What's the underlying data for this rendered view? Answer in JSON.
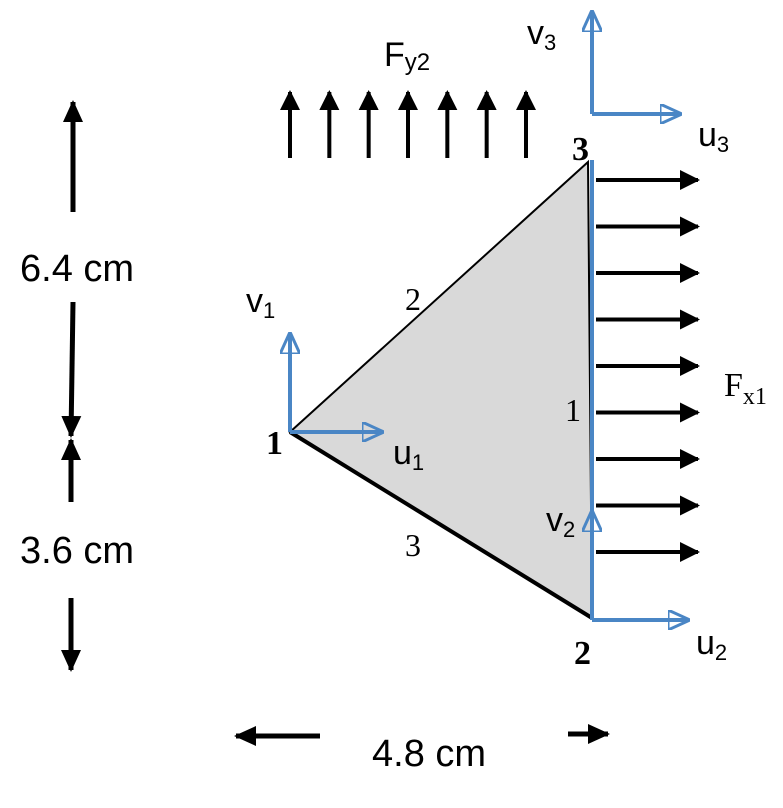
{
  "colors": {
    "element_fill": "#d9d9d9",
    "element_edge": "#000000",
    "dof_arrow": "#4a86c5",
    "load_arrow": "#000000",
    "text": "#000000"
  },
  "nodes": {
    "n1": "1",
    "n2": "2",
    "n3": "3"
  },
  "edges": {
    "e1": "1",
    "e2": "2",
    "e3": "3"
  },
  "dof": {
    "u1": {
      "base": "u",
      "sub": "1"
    },
    "v1": {
      "base": "v",
      "sub": "1"
    },
    "u2": {
      "base": "u",
      "sub": "2"
    },
    "v2": {
      "base": "v",
      "sub": "2"
    },
    "u3": {
      "base": "u",
      "sub": "3"
    },
    "v3": {
      "base": "v",
      "sub": "3"
    }
  },
  "loads": {
    "fy2": {
      "base": "F",
      "sub": "y2"
    },
    "fx1": {
      "base": "F",
      "sub": "x1"
    },
    "fy2_arrow_count": 7,
    "fx1_arrow_count": 9
  },
  "dimensions": {
    "top_height": "6.4 cm",
    "bottom_height": "3.6 cm",
    "width": "4.8 cm"
  }
}
